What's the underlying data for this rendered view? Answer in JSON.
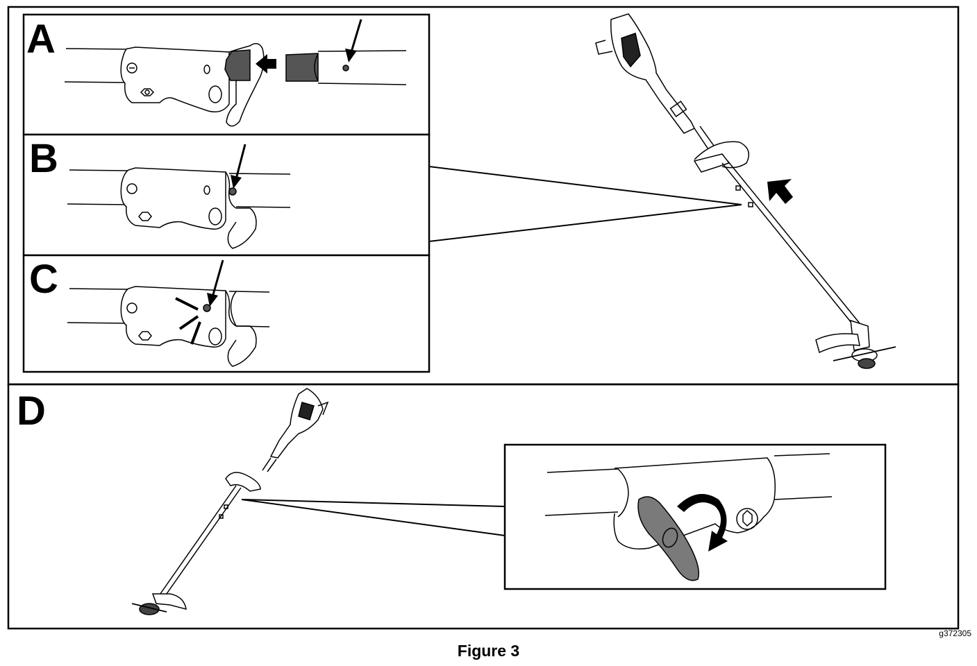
{
  "figure": {
    "caption": "Figure 3",
    "id": "g372305",
    "panels": [
      {
        "letter": "A",
        "description": "Insert square shaft end into coupler; locating pin hole indicated"
      },
      {
        "letter": "B",
        "description": "Shaft inserted; pin aligned with coupler hole"
      },
      {
        "letter": "C",
        "description": "Pin clicks into place"
      },
      {
        "letter": "D",
        "description": "Tighten wing knob clockwise"
      }
    ]
  },
  "colors": {
    "line": "#000000",
    "fill_gray": "#555555",
    "knob_gray": "#7a7a7a",
    "background": "#ffffff"
  }
}
